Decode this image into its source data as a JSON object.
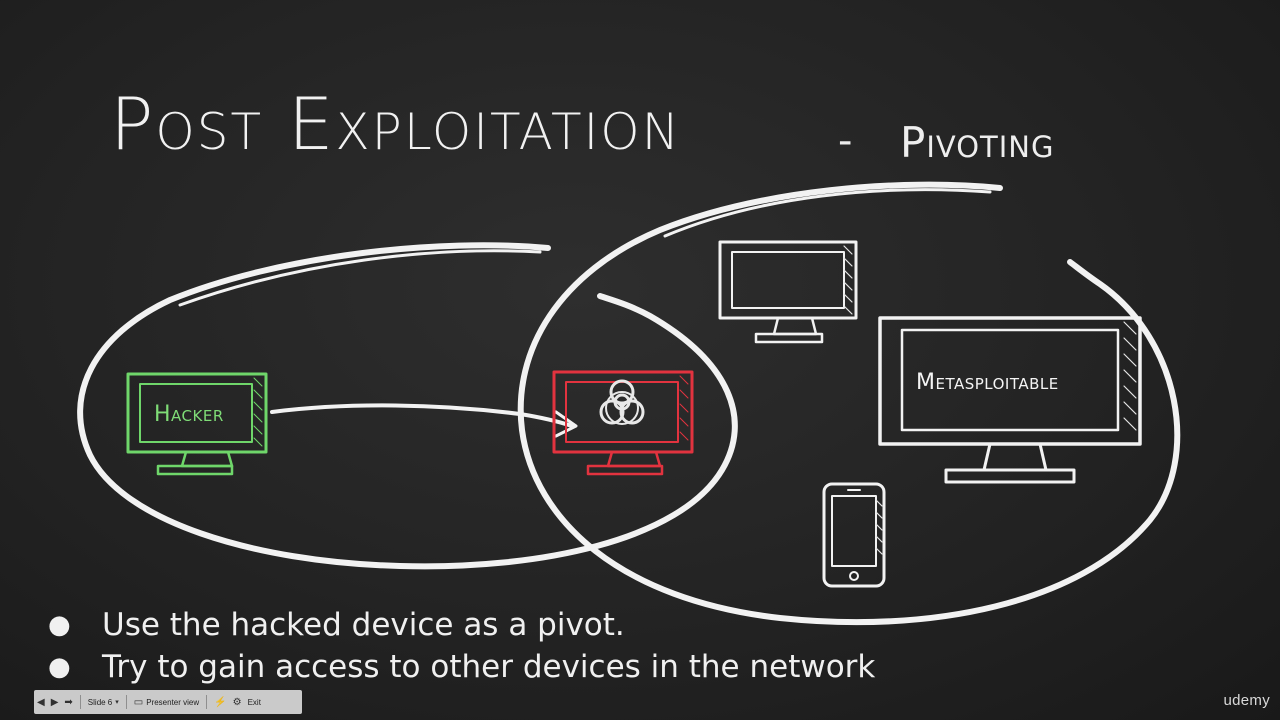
{
  "slide": {
    "title": "Post Exploitation",
    "title_separator": "-",
    "subtitle": "Pivoting",
    "devices": {
      "hacker_label": "Hacker",
      "target_label": "Metasploitable"
    },
    "bullets": [
      "Use the hacked device as a pivot.",
      "Try to gain access to other devices in the network"
    ],
    "colors": {
      "hacker": "#6fd66a",
      "compromised": "#e2333f",
      "chalk": "#f2f2f2"
    }
  },
  "controls": {
    "slide_label": "Slide 6",
    "presenter_label": "Presenter view",
    "exit_label": "Exit",
    "icons": [
      "prev-icon",
      "play-icon",
      "next-icon",
      "chevron-down-icon",
      "presenter-icon",
      "laser-pointer-icon",
      "gear-icon"
    ]
  },
  "watermark": "udemy"
}
